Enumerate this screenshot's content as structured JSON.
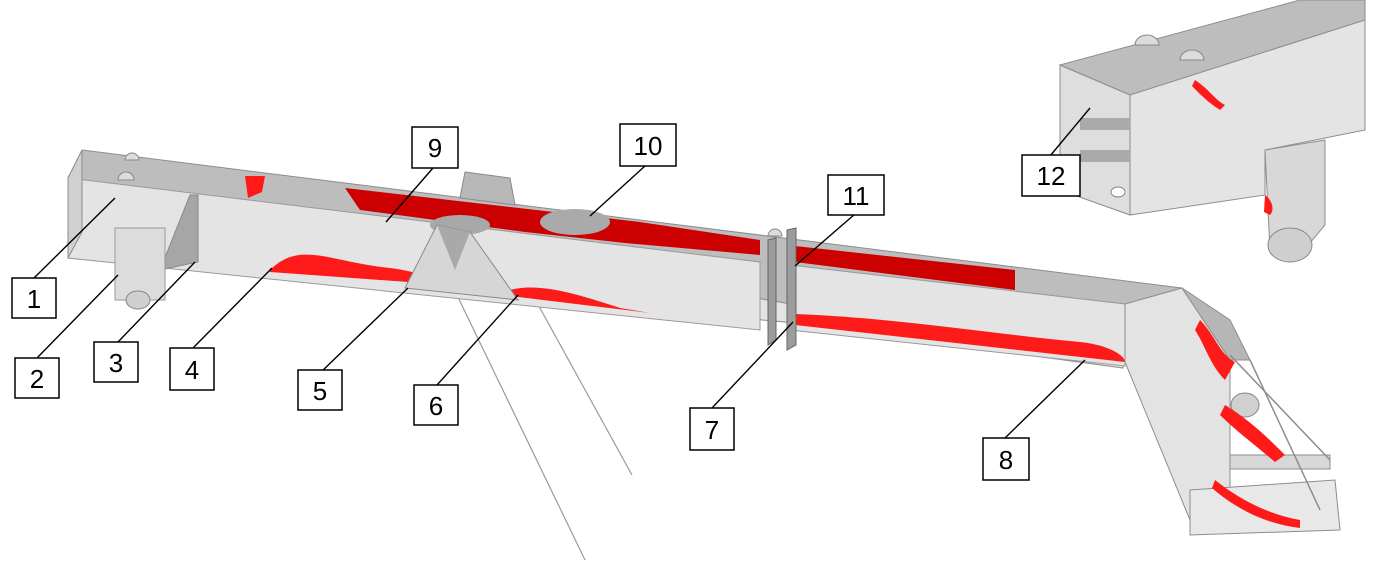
{
  "callouts": [
    {
      "id": "1",
      "label": "1"
    },
    {
      "id": "2",
      "label": "2"
    },
    {
      "id": "3",
      "label": "3"
    },
    {
      "id": "4",
      "label": "4"
    },
    {
      "id": "5",
      "label": "5"
    },
    {
      "id": "6",
      "label": "6"
    },
    {
      "id": "7",
      "label": "7"
    },
    {
      "id": "8",
      "label": "8"
    },
    {
      "id": "9",
      "label": "9"
    },
    {
      "id": "10",
      "label": "10"
    },
    {
      "id": "11",
      "label": "11"
    },
    {
      "id": "12",
      "label": "12"
    }
  ],
  "colors": {
    "beam_light": "#e2e2e2",
    "beam_mid": "#bdbdbd",
    "beam_dark": "#a3a3a3",
    "stress_red": "#ff1010",
    "stress_dark_red": "#cc0000",
    "outline": "#888888"
  }
}
